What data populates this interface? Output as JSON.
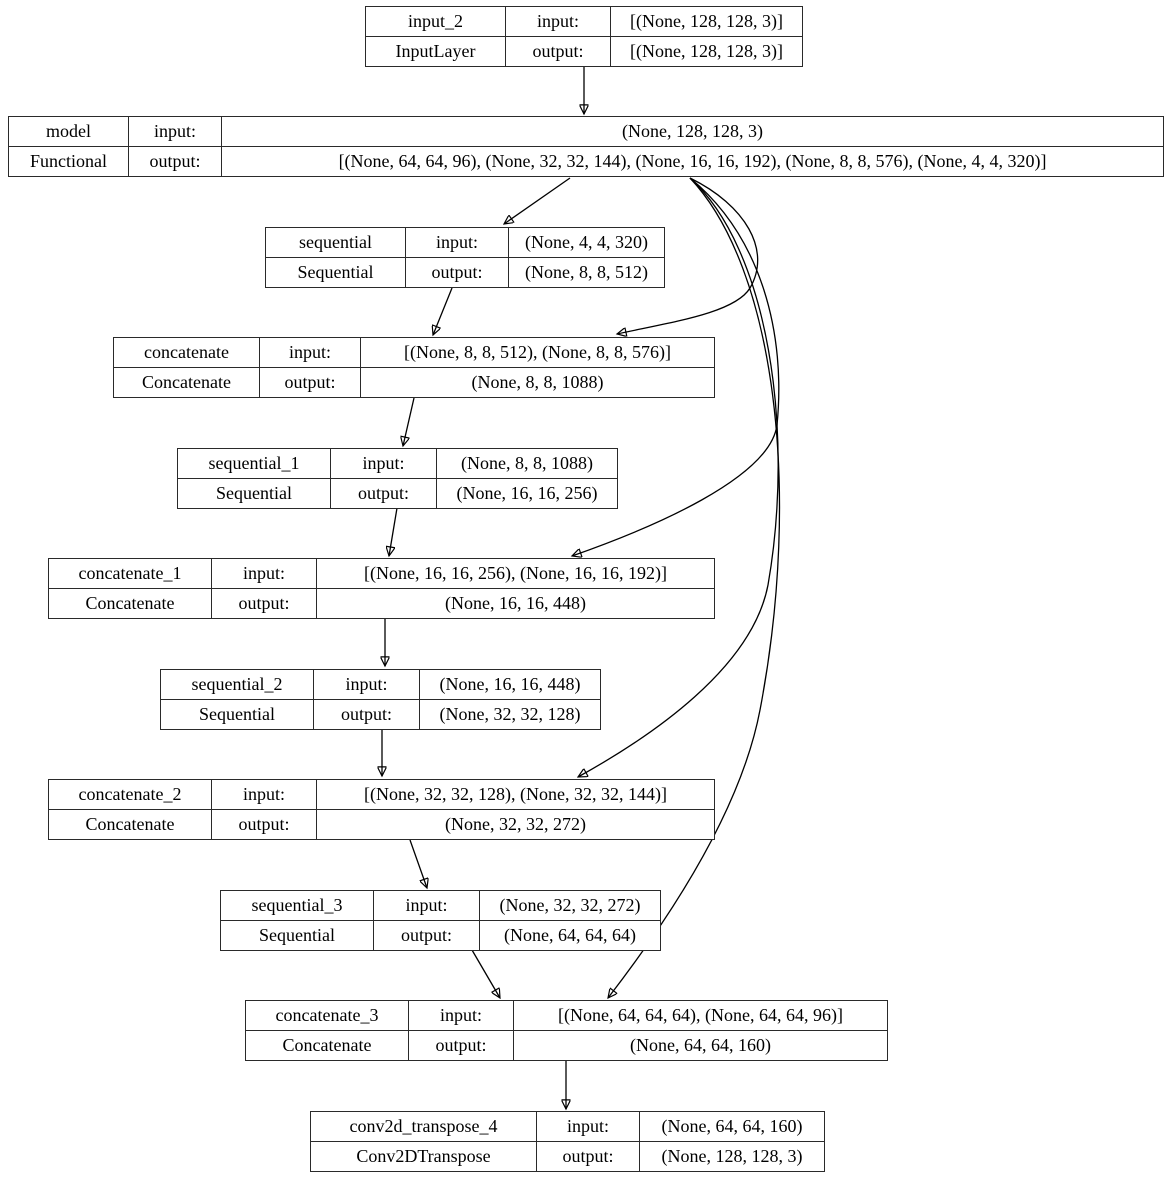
{
  "labels": {
    "input": "input:",
    "output": "output:"
  },
  "colors": {
    "line": "#000000",
    "border": "#2a2a2a",
    "background": "#ffffff"
  },
  "nodes": [
    {
      "name": "input_2",
      "type": "InputLayer",
      "input": "[(None, 128, 128, 3)]",
      "output": "[(None, 128, 128, 3)]"
    },
    {
      "name": "model",
      "type": "Functional",
      "input": "(None, 128, 128, 3)",
      "output": "[(None, 64, 64, 96), (None, 32, 32, 144), (None, 16, 16, 192), (None, 8, 8, 576), (None, 4, 4, 320)]"
    },
    {
      "name": "sequential",
      "type": "Sequential",
      "input": "(None, 4, 4, 320)",
      "output": "(None, 8, 8, 512)"
    },
    {
      "name": "concatenate",
      "type": "Concatenate",
      "input": "[(None, 8, 8, 512), (None, 8, 8, 576)]",
      "output": "(None, 8, 8, 1088)"
    },
    {
      "name": "sequential_1",
      "type": "Sequential",
      "input": "(None, 8, 8, 1088)",
      "output": "(None, 16, 16, 256)"
    },
    {
      "name": "concatenate_1",
      "type": "Concatenate",
      "input": "[(None, 16, 16, 256), (None, 16, 16, 192)]",
      "output": "(None, 16, 16, 448)"
    },
    {
      "name": "sequential_2",
      "type": "Sequential",
      "input": "(None, 16, 16, 448)",
      "output": "(None, 32, 32, 128)"
    },
    {
      "name": "concatenate_2",
      "type": "Concatenate",
      "input": "[(None, 32, 32, 128), (None, 32, 32, 144)]",
      "output": "(None, 32, 32, 272)"
    },
    {
      "name": "sequential_3",
      "type": "Sequential",
      "input": "(None, 32, 32, 272)",
      "output": "(None, 64, 64, 64)"
    },
    {
      "name": "concatenate_3",
      "type": "Concatenate",
      "input": "[(None, 64, 64, 64), (None, 64, 64, 96)]",
      "output": "(None, 64, 64, 160)"
    },
    {
      "name": "conv2d_transpose_4",
      "type": "Conv2DTranspose",
      "input": "(None, 64, 64, 160)",
      "output": "(None, 128, 128, 3)"
    }
  ],
  "edges": [
    {
      "from": "input_2",
      "to": "model"
    },
    {
      "from": "model",
      "to": "sequential"
    },
    {
      "from": "model",
      "to": "concatenate"
    },
    {
      "from": "model",
      "to": "concatenate_1"
    },
    {
      "from": "model",
      "to": "concatenate_2"
    },
    {
      "from": "model",
      "to": "concatenate_3"
    },
    {
      "from": "sequential",
      "to": "concatenate"
    },
    {
      "from": "concatenate",
      "to": "sequential_1"
    },
    {
      "from": "sequential_1",
      "to": "concatenate_1"
    },
    {
      "from": "concatenate_1",
      "to": "sequential_2"
    },
    {
      "from": "sequential_2",
      "to": "concatenate_2"
    },
    {
      "from": "concatenate_2",
      "to": "sequential_3"
    },
    {
      "from": "sequential_3",
      "to": "concatenate_3"
    },
    {
      "from": "concatenate_3",
      "to": "conv2d_transpose_4"
    }
  ]
}
